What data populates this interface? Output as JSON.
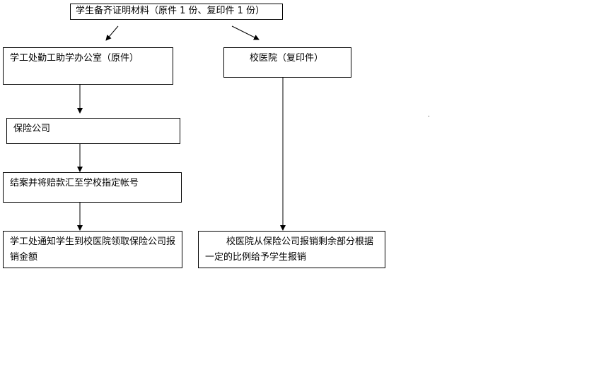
{
  "diagram": {
    "top_node": "学生备齐证明材料（原件 1 份、复印件 1 份）",
    "left_branch": {
      "step1": "学工处勤工助学办公室（原件）",
      "step2": "保险公司",
      "step3": "结案并将赔款汇至学校指定帐号",
      "step4": "学工处通知学生到校医院领取保险公司报销金额"
    },
    "right_branch": {
      "step1": "校医院（复印件）",
      "step2": "校医院从保险公司报销剩余部分根据一定的比例给予学生报销"
    }
  }
}
